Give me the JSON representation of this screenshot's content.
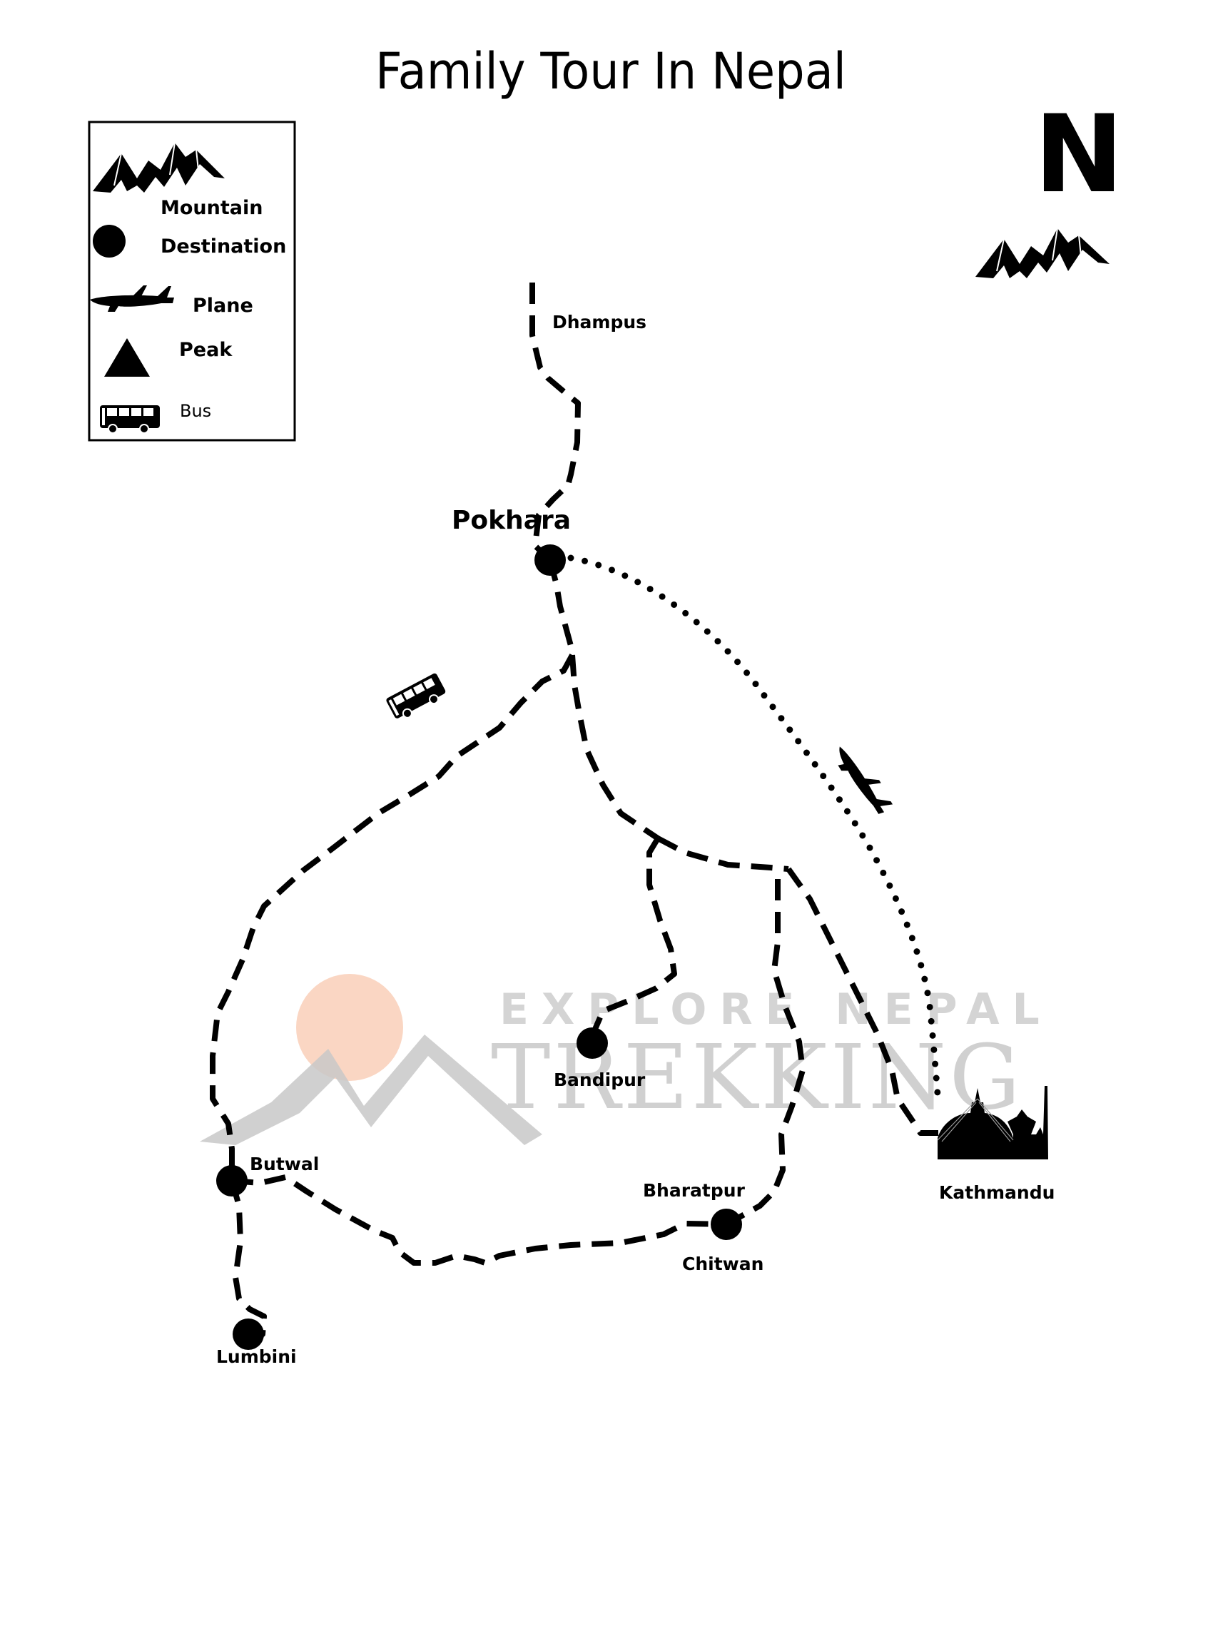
{
  "title": "Family Tour In Nepal",
  "north_label": "N",
  "legend": {
    "items": [
      {
        "icon": "mountain-icon",
        "label": "Mountain"
      },
      {
        "icon": "destination-dot-icon",
        "label": "Destination"
      },
      {
        "icon": "plane-icon",
        "label": "Plane"
      },
      {
        "icon": "peak-triangle-icon",
        "label": "Peak"
      },
      {
        "icon": "bus-icon",
        "label": "Bus"
      }
    ]
  },
  "places": {
    "dhampus": "Dhampus",
    "pokhara": "Pokhara",
    "bandipur": "Bandipur",
    "butwal": "Butwal",
    "lumbini": "Lumbini",
    "bharatpur": "Bharatpur",
    "chitwan": "Chitwan",
    "kathmandu": "Kathmandu"
  },
  "routes": [
    {
      "from": "Dhampus",
      "to": "Pokhara",
      "mode": "trek"
    },
    {
      "from": "Pokhara",
      "to": "Butwal",
      "mode": "bus"
    },
    {
      "from": "Pokhara",
      "to": "Bandipur",
      "mode": "bus"
    },
    {
      "from": "Pokhara",
      "to": "Chitwan",
      "mode": "bus"
    },
    {
      "from": "Pokhara",
      "to": "Kathmandu",
      "mode": "bus"
    },
    {
      "from": "Pokhara",
      "to": "Kathmandu",
      "mode": "plane"
    },
    {
      "from": "Butwal",
      "to": "Lumbini",
      "mode": "bus"
    },
    {
      "from": "Butwal",
      "to": "Chitwan",
      "mode": "bus"
    }
  ],
  "watermark": {
    "line1": "EXPLORE NEPAL",
    "line2": "TREKKING",
    "sun_color": "#f9d2bd",
    "mountain_color": "#c8c8c8"
  },
  "colors": {
    "ink": "#000000",
    "background": "#ffffff"
  }
}
